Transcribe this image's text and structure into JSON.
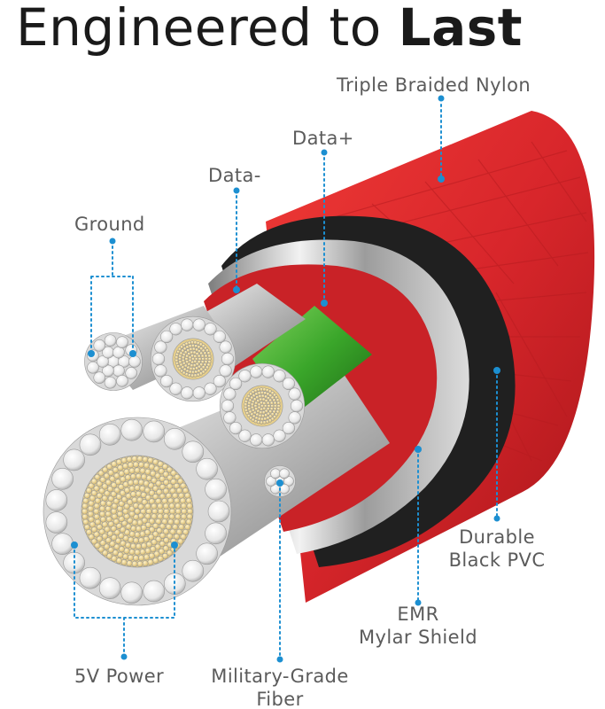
{
  "title": {
    "prefix": "Engineered to",
    "bold": "Last"
  },
  "labels": {
    "triple_braided_nylon": "Triple Braided Nylon",
    "data_plus": "Data+",
    "data_minus": "Data-",
    "ground": "Ground",
    "durable_black_pvc_line1": "Durable",
    "durable_black_pvc_line2": "Black PVC",
    "emr_line1": "EMR",
    "emr_line2": "Mylar Shield",
    "power_5v": "5V Power",
    "military_line1": "Military-Grade",
    "military_line2": "Fiber"
  },
  "colors": {
    "jacket_red": "#d8262b",
    "callout_blue": "#1c8fd1",
    "label_gray": "#5b5b5b",
    "pvc_black": "#202020",
    "data_plus_green": "#3aa62a",
    "core_gold": "#e7cf8a"
  }
}
